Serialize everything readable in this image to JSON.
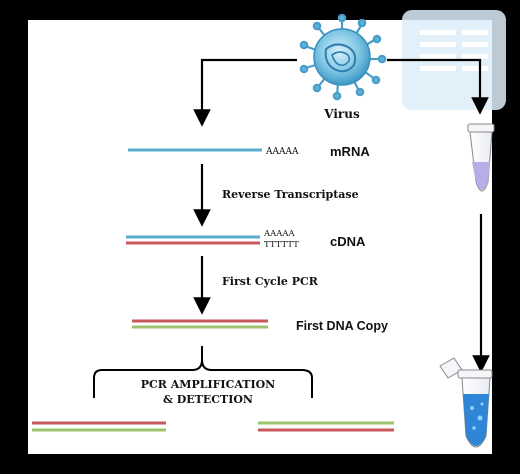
{
  "labels": {
    "virus": "Virus",
    "mrna": "mRNA",
    "polya": "AAAAA",
    "reverse_transcriptase": "Reverse Transcriptase",
    "cdna_top_tail": "AAAAA",
    "cdna_bottom_tail": "TTTTTT",
    "cdna": "cDNA",
    "first_cycle_pcr": "First Cycle PCR",
    "first_dna_copy": "First DNA Copy",
    "pcr_amplification_line1": "PCR AMPLIFICATION",
    "pcr_amplification_line2": "& DETECTION"
  },
  "colors": {
    "frame": "#000000",
    "panel": "#ffffff",
    "rna_strand": "#5aaccc",
    "cdna_strand": "#c8585c",
    "dna_green": "#9cc46e",
    "tube_liquid": "#b6aee6",
    "tube_blue": "#2f86d6",
    "virus_blue": "#5ab4d8",
    "watermark": "#dceef9"
  },
  "icons": {
    "virus": "virus-icon",
    "sample_tube": "microcentrifuge-tube-icon",
    "pcr_tube": "pcr-tube-open-icon",
    "watermark": "document-watermark-icon"
  }
}
